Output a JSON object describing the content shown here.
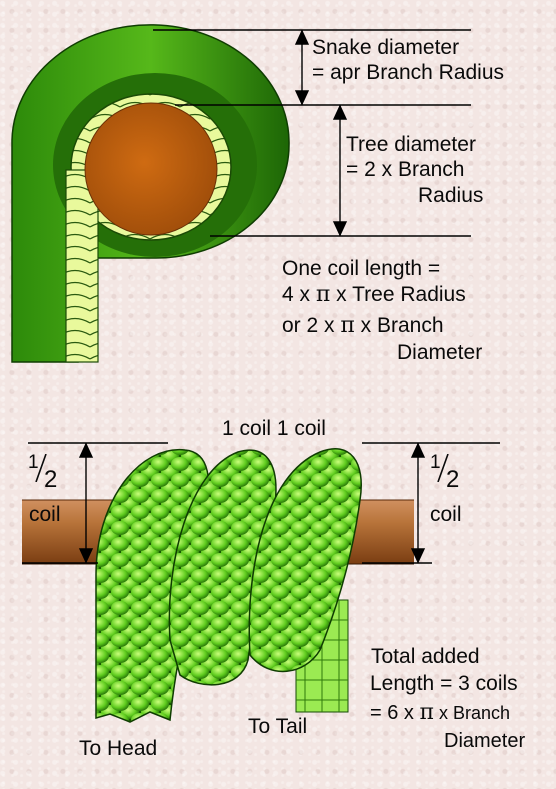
{
  "top_figure": {
    "snake_diameter": [
      "Snake diameter",
      "= apr Branch Radius"
    ],
    "tree_diameter": [
      "Tree diameter",
      "= 2 x Branch",
      "Radius"
    ],
    "coil_length": {
      "line1": "One coil length =",
      "line2_pre": "4 x ",
      "line2_pi": "π",
      "line2_post": " x Tree Radius",
      "line3_pre": "or  2 x ",
      "line3_pi": "π",
      "line3_post": " x Branch",
      "line4": "Diameter"
    }
  },
  "bottom_figure": {
    "coil_labels": "1 coil 1 coil",
    "half_coil_left": {
      "num": "1",
      "den": "2",
      "word": "coil"
    },
    "half_coil_right": {
      "num": "1",
      "den": "2",
      "word": "coil"
    },
    "to_head": "To Head",
    "to_tail": "To Tail",
    "total": {
      "line1": "Total added",
      "line2": "Length = 3 coils",
      "line3_pre": "= 6 x ",
      "line3_pi": "π",
      "line3_post": " x Branch",
      "line4": "Diameter"
    }
  },
  "colors": {
    "snake_green": "#3a9a12",
    "snake_dark": "#1f6a08",
    "belly_yellow": "#e8f79a",
    "branch_core": "#c2620f",
    "branch_wood": "#b8743a",
    "scale_light": "#7ee23a"
  }
}
